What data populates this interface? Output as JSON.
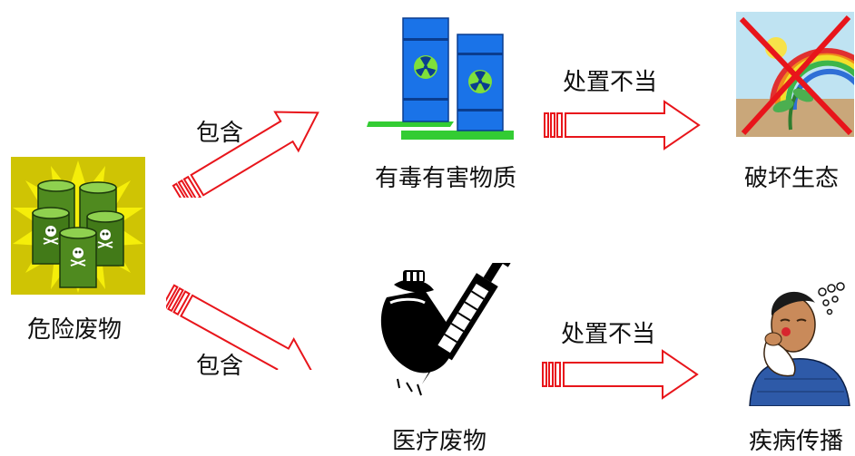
{
  "nodes": {
    "hazardous_waste": {
      "label": "危险废物",
      "icon": "toxic-barrels-icon"
    },
    "toxic_substances": {
      "label": "有毒有害物质",
      "icon": "radioactive-barrels-icon"
    },
    "medical_waste": {
      "label": "医疗废物",
      "icon": "syringe-icon"
    },
    "ecology_damage": {
      "label": "破坏生态",
      "icon": "crossed-rainbow-icon"
    },
    "disease_spread": {
      "label": "疾病传播",
      "icon": "sick-person-icon"
    }
  },
  "edges": {
    "contains_top": {
      "label": "包含"
    },
    "contains_bottom": {
      "label": "包含"
    },
    "mishandled_top": {
      "label": "处置不当"
    },
    "mishandled_bottom": {
      "label": "处置不当"
    }
  },
  "colors": {
    "arrow": "#e8151b",
    "barrel_blue": "#1a73e8",
    "ground_green": "#33cc33",
    "burst_yellow": "#f5ee0a",
    "burst_bg": "#cfc404",
    "toxic_green": "#4f8a1f",
    "cross_red": "#e8151b"
  }
}
